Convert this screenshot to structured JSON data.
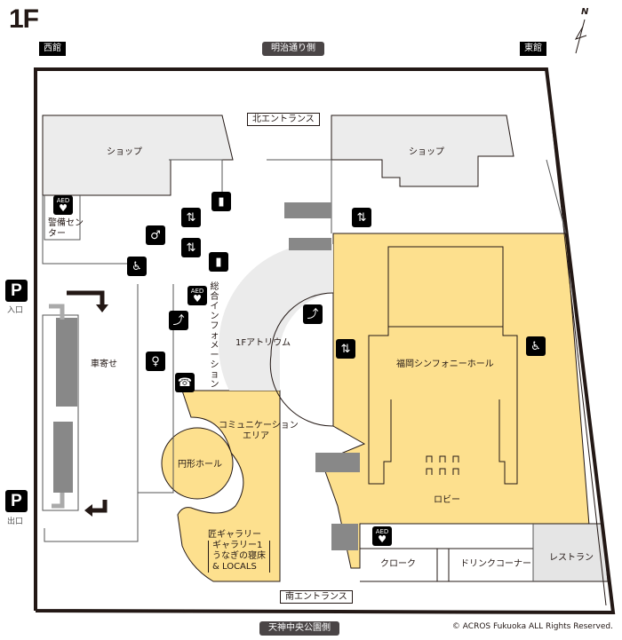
{
  "floor": {
    "title": "1F"
  },
  "compass": {
    "label": "N"
  },
  "wings": {
    "west": "西館",
    "east": "東館"
  },
  "sides": {
    "north_street": "明治通り側",
    "south_park": "天神中央公園側"
  },
  "entrances": {
    "north": "北エントランス",
    "south": "南エントランス"
  },
  "parking": {
    "entry": {
      "badge": "P",
      "label": "入口"
    },
    "exit": {
      "badge": "P",
      "label": "出口"
    }
  },
  "rooms": {
    "shop_west": "ショップ",
    "shop_east": "ショップ",
    "security_center": "警備センター",
    "information": "総合インフォメーション",
    "atrium": "1Fアトリウム",
    "car_drop_off": "車寄せ",
    "symphony_hall": "福岡シンフォニーホール",
    "communication_area_1": "コミュニケーション",
    "communication_area_2": "エリア",
    "circular_hall": "円形ホール",
    "takumi_gallery": "匠ギャラリー",
    "gallery_sub_1": "ギャラリー1",
    "gallery_sub_2": "うなぎの寝床",
    "gallery_sub_3": "& LOCALS",
    "lobby": "ロビー",
    "cloak": "クローク",
    "drink_corner": "ドリンクコーナー",
    "restaurant": "レストラン"
  },
  "icons": {
    "aed_text": "AED",
    "elevator": "⇅",
    "wheelchair": "♿",
    "restroom_men": "♂",
    "restroom_women": "♀",
    "drink": "▮",
    "escalator": "⤴",
    "phone": "☎"
  },
  "colors": {
    "hall_yellow": "#fde08e",
    "shop_gray": "#ececec",
    "atrium_gray": "#ebebeb",
    "wall": "#231815"
  },
  "footer": {
    "copyright": "© ACROS Fukuoka ALL Rights Reserved."
  }
}
